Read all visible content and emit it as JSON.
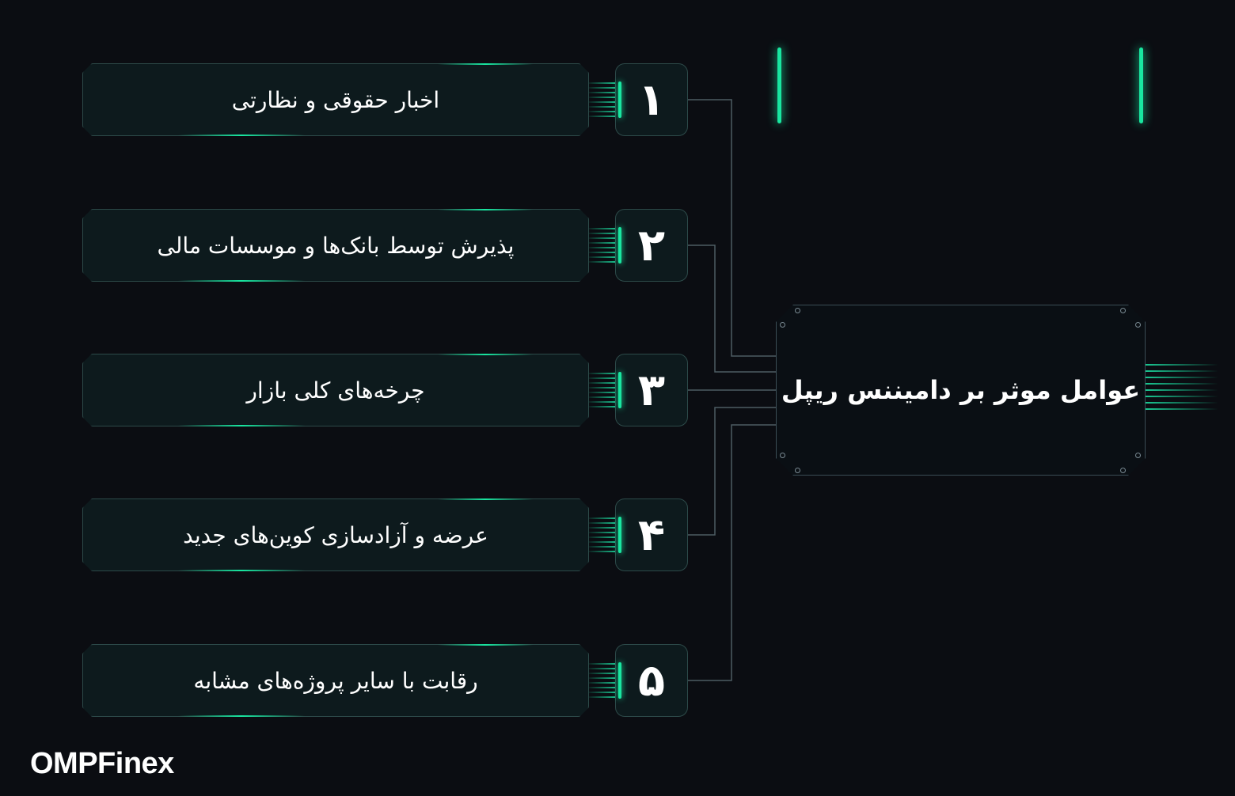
{
  "center": {
    "title": "عوامل موثر بر دامیننس ریپل"
  },
  "factors": [
    {
      "number": "۱",
      "label": "اخبار حقوقی و نظارتی"
    },
    {
      "number": "۲",
      "label": "پذیرش توسط بانک‌ها و موسسات مالی"
    },
    {
      "number": "۳",
      "label": "چرخه‌های کلی بازار"
    },
    {
      "number": "۴",
      "label": "عرضه و آزادسازی کوین‌های جدید"
    },
    {
      "number": "۵",
      "label": "رقابت با سایر پروژه‌های مشابه"
    }
  ],
  "brand": {
    "logo_text": "OMPFinex"
  },
  "colors": {
    "background": "#0b0d12",
    "accent": "#19e6a0",
    "box_border": "#2d4a49",
    "connector": "#4d5c63"
  }
}
